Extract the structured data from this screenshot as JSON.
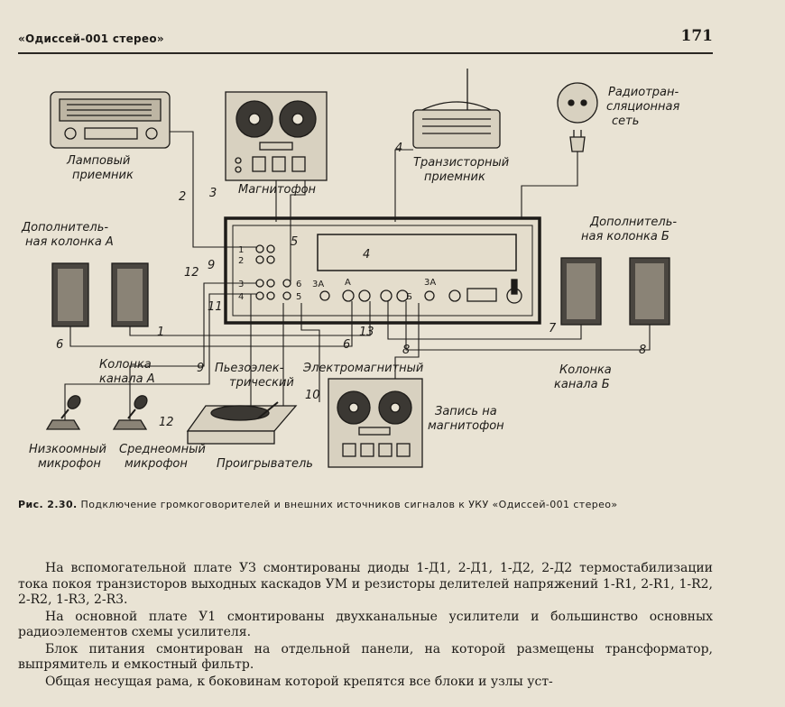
{
  "header": {
    "running_title": "«Одиссей-001 стерео»",
    "page_number": "171"
  },
  "figure": {
    "labels": {
      "tube_receiver": [
        "Ламповый",
        "приемник"
      ],
      "tape_recorder": "Магнитофон",
      "transistor_receiver": [
        "Транзисторный",
        "приемник"
      ],
      "radio_network": [
        "Радиотран-",
        "сляционная",
        "сеть"
      ],
      "extra_speaker_a": [
        "Дополнитель-",
        "ная колонка А"
      ],
      "extra_speaker_b": [
        "Дополнитель-",
        "ная колонка Б"
      ],
      "speaker_channel_a": [
        "Колонка",
        "канала А"
      ],
      "speaker_channel_b": [
        "Колонка",
        "канала Б"
      ],
      "piezo": [
        "Пьезоэлек-",
        "трический"
      ],
      "electromagnetic": "Электромагнитный",
      "record_tape": [
        "Запись на",
        "магнитофон"
      ],
      "low_mic": [
        "Низкоомный",
        "микрофон"
      ],
      "mid_mic": [
        "Среднеомный",
        "микрофон"
      ],
      "player": "Проигрыватель"
    },
    "jacks": [
      "1",
      "2",
      "3",
      "4",
      "5",
      "6"
    ],
    "panel_marks": [
      "3А",
      "А",
      "Б",
      "3А"
    ],
    "wire_numbers": [
      "1",
      "2",
      "3",
      "4",
      "4",
      "5",
      "6",
      "6",
      "7",
      "8",
      "8",
      "9",
      "9",
      "10",
      "11",
      "12",
      "12",
      "13"
    ]
  },
  "caption": {
    "label": "Рис. 2.30.",
    "text": "Подключение громкоговорителей и внешних источников сигналов к УКУ «Одиссей-001 стерео»"
  },
  "paragraphs": [
    "На вспомогательной плате УЗ смонтированы диоды 1-Д1, 2-Д1, 1-Д2, 2-Д2 термостабилизации тока покоя транзисторов выходных каскадов УМ и резисторы делителей напряжений 1-R1, 2-R1, 1-R2, 2-R2, 1-R3, 2-R3.",
    "На основной плате У1 смонтированы двухканальные усилители и большинство основных радиоэлементов схемы усилителя.",
    "Блок питания смонтирован на отдельной панели, на которой размещены трансформатор, выпрямитель и емкостный фильтр.",
    "Общая несущая рама, к боковинам которой крепятся все блоки и узлы уст-"
  ]
}
